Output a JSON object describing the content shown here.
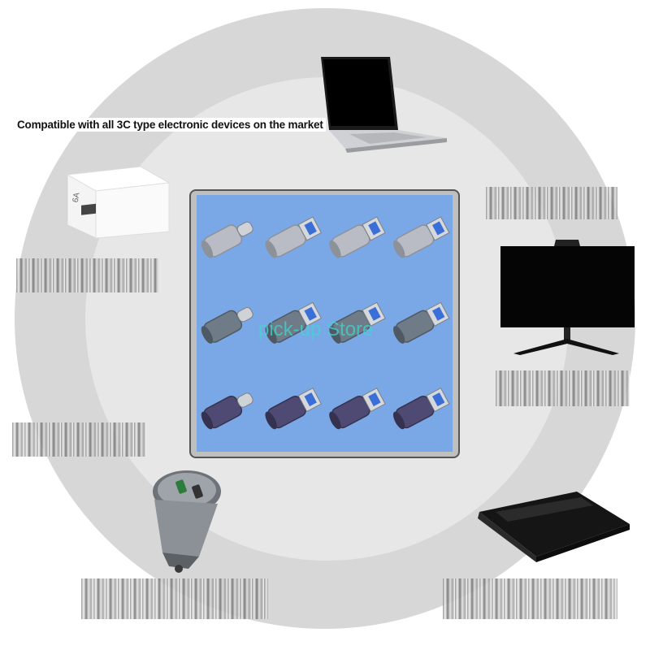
{
  "headline": "Compatible with all 3C type electronic devices on the market",
  "watermark": "pick-up Store",
  "charger_label": "6A",
  "products": {
    "rows": [
      {
        "finish": "silver",
        "color": "#b9bcc4",
        "dark": "#8d919a"
      },
      {
        "finish": "gunmetal",
        "color": "#6f7b86",
        "dark": "#4f5963"
      },
      {
        "finish": "purple",
        "color": "#4e4a73",
        "dark": "#35324f"
      }
    ],
    "columns": [
      "usb-c-to-usb-c",
      "usb-a-female-to-usb-c",
      "usb-a-to-usb-c",
      "usb-a-to-usb-c-female"
    ]
  },
  "devices": [
    "laptop",
    "wall-charger",
    "monitor",
    "car-charger",
    "power-bank"
  ]
}
